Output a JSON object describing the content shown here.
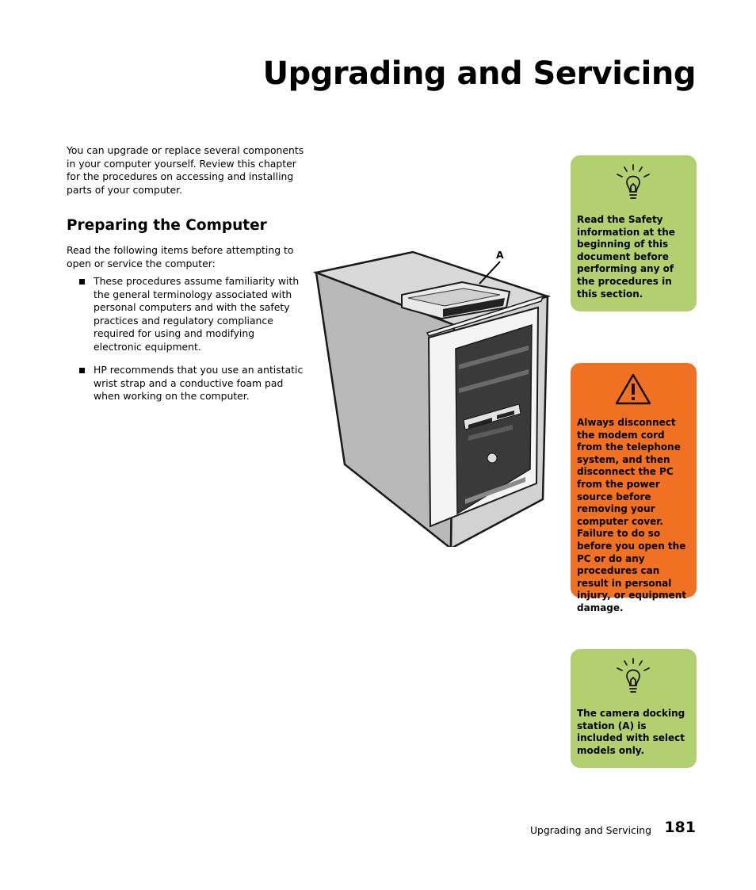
{
  "chapter_title": "Upgrading and Servicing",
  "intro": "You can upgrade or replace several components in your computer yourself. Review this chapter for the procedures on accessing and installing parts of your computer.",
  "section": {
    "heading": "Preparing the Computer",
    "lead": "Read the following items before attempting to open or service the computer:",
    "bullets": [
      "These procedures assume familiarity with the general terminology associated with personal computers and with the safety practices and regulatory compliance required for using and modifying electronic equipment.",
      "HP recommends that you use an antistatic wrist strap and a conductive foam pad when working on the computer."
    ]
  },
  "figure": {
    "callout_label": "A",
    "icon": "desktop-tower-illustration"
  },
  "notes": [
    {
      "type": "tip",
      "icon": "lightbulb-icon",
      "color": "#b3d070",
      "text": "Read the Safety information at the beginning of this document before performing any of the procedures in this section."
    },
    {
      "type": "warning",
      "icon": "warning-triangle-icon",
      "color": "#f07122",
      "text": "Always disconnect the modem cord from the telephone system, and then disconnect the PC from the power source before removing your computer cover. Failure to do so before you open the PC or do any procedures can result in personal injury, or equipment damage."
    },
    {
      "type": "tip",
      "icon": "lightbulb-icon",
      "color": "#b3d070",
      "text": "The camera docking station (A) is included with select models only."
    }
  ],
  "footer": {
    "label": "Upgrading and Servicing",
    "page_number": "181"
  }
}
